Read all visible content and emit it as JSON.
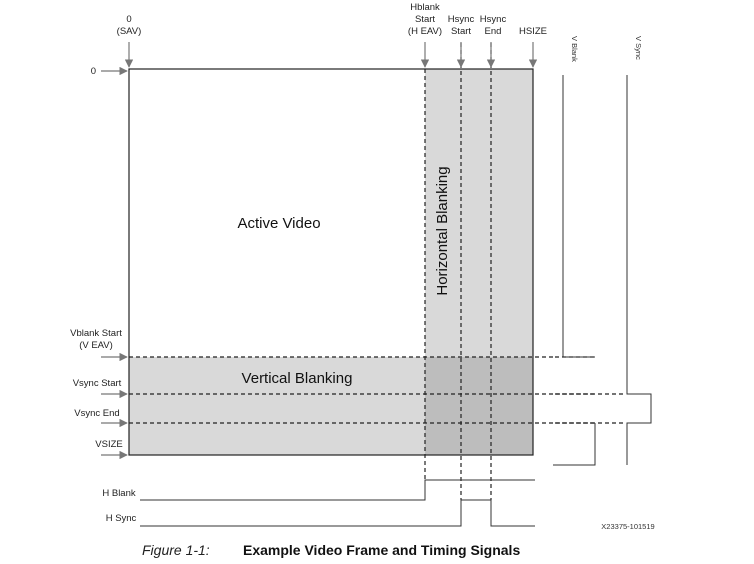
{
  "labels": {
    "zero_sav_top": "0",
    "zero_sav_bottom": "(SAV)",
    "hblank_l1": "Hblank",
    "hblank_l2": "Start",
    "hblank_l3": "(H EAV)",
    "hsync_start_l1": "Hsync",
    "hsync_start_l2": "Start",
    "hsync_end_l1": "Hsync",
    "hsync_end_l2": "End",
    "hsize": "HSIZE",
    "v_blank": "V Blank",
    "v_sync": "V Sync",
    "zero_left": "0",
    "vblank_start_l1": "Vblank Start",
    "vblank_start_l2": "(V EAV)",
    "vsync_start": "Vsync Start",
    "vsync_end": "Vsync End",
    "vsize": "VSIZE",
    "active_video": "Active Video",
    "vertical_blanking": "Vertical Blanking",
    "horizontal_blanking": "Horizontal Blanking",
    "h_blank": "H Blank",
    "h_sync": "H Sync",
    "figure_id": "X23375-101519"
  },
  "caption": {
    "number": "Figure 1-1:",
    "title": "Example Video Frame and Timing Signals"
  },
  "colors": {
    "blanking_fill": "#d9d9d9",
    "overlap_fill": "#bdbdbd",
    "line": "#222222",
    "arrow": "#777777"
  }
}
